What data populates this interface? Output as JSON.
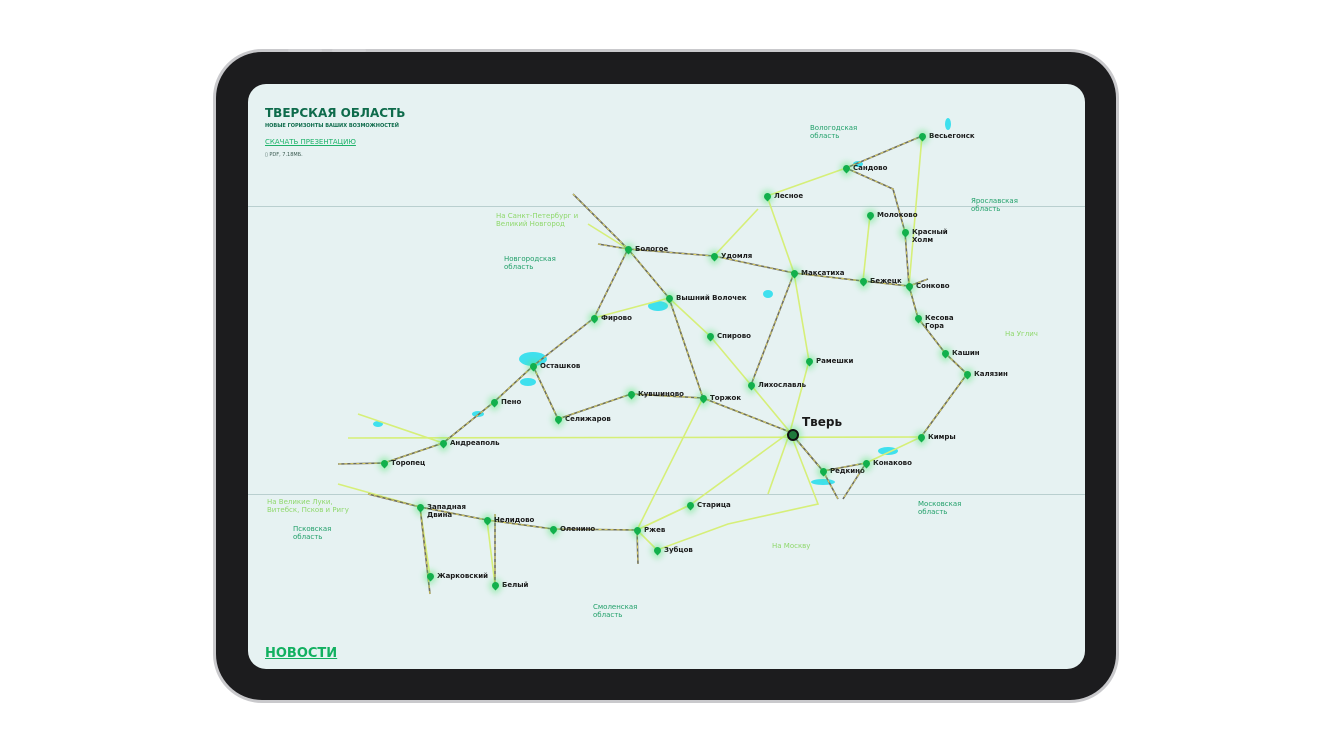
{
  "header": {
    "title": "ТВЕРСКАЯ ОБЛАСТЬ",
    "subtitle": "НОВЫЕ ГОРИЗОНТЫ ВАШИХ ВОЗМОЖНОСТЕЙ",
    "download_link": "СКАЧАТЬ ПРЕЗЕНТАЦИЮ",
    "file_info": "PDF, 7.18МБ."
  },
  "news_link": "НОВОСТИ",
  "colors": {
    "accent": "#12b060",
    "pin": "#12b04c",
    "road": "#d8f07a",
    "water": "#38e0f0"
  },
  "cities": [
    "Весьегонск",
    "Сандово",
    "Лесное",
    "Молоково",
    "Красный Холм",
    "Бологое",
    "Удомля",
    "Максатиха",
    "Бежецк",
    "Сонково",
    "Вышний Волочек",
    "Фирово",
    "Кесова Гора",
    "Спирово",
    "Кашин",
    "Рамешки",
    "Осташков",
    "Калязин",
    "Лихославль",
    "Кувшиново",
    "Торжок",
    "Пено",
    "Селижаров",
    "Кимры",
    "Андреаполь",
    "Торопец",
    "Редкино",
    "Конаково",
    "Старица",
    "Западная Двина",
    "Нелидово",
    "Оленино",
    "Ржев",
    "Зубцов",
    "Жарковский",
    "Белый"
  ],
  "capital": "Тверь",
  "regions": [
    "Вологодская область",
    "Ярославская область",
    "Новгородская область",
    "Псковская область",
    "Московская область",
    "Смоленская область"
  ],
  "directions": [
    "На Санкт-Петербург и Великий Новгород",
    "На Углич",
    "На Великие Луки, Витебск, Псков и Ригу",
    "На Москву"
  ]
}
